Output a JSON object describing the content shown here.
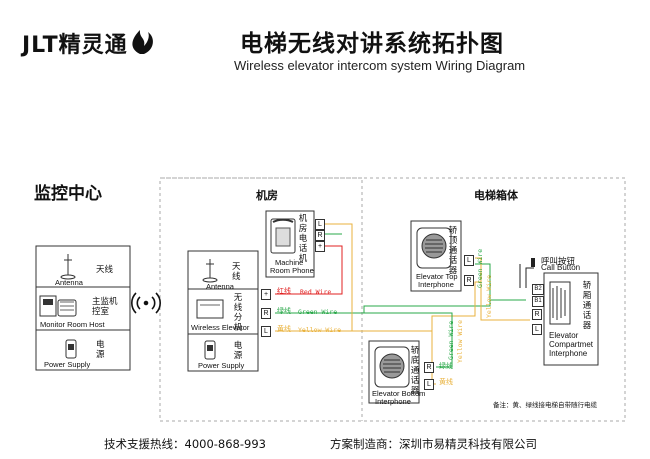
{
  "header": {
    "logo_text": "JLT精灵通",
    "title_cn": "电梯无线对讲系统拓扑图",
    "title_en": "Wireless elevator intercom system Wiring Diagram"
  },
  "sections": {
    "monitor_center": "监控中心",
    "machine_room": "机房",
    "elevator_car": "电梯箱体"
  },
  "monitor_panel": {
    "antenna_cn": "天线",
    "antenna_en": "Antenna",
    "host_cn": "主监机控室",
    "host_en": "Monitor Room Host",
    "power_cn": "电源",
    "power_en": "Power Supply"
  },
  "machine_panel": {
    "antenna_cn": "天线",
    "antenna_en": "Antenna",
    "wireless_cn": "无线分机",
    "wireless_en": "Wireless Elevator",
    "power_cn": "电源",
    "power_en": "Power Supply"
  },
  "machine_phone": {
    "cn": "机房电话机",
    "en_line1": "Machine",
    "en_line2": "Room Phone"
  },
  "top_interphone": {
    "cn": "轿顶通话器",
    "en_line1": "Elevator Top",
    "en_line2": "Interphone"
  },
  "bottom_interphone": {
    "cn": "轿底通话器",
    "en_line1": "Elevator Bottom",
    "en_line2": "Interphone"
  },
  "compartment_interphone": {
    "cn": "轿厢通话器",
    "en_line1": "Elevator",
    "en_line2": "Compartmet",
    "en_line3": "Interphone"
  },
  "call_button": {
    "cn": "呼叫按钮",
    "en": "Call Button"
  },
  "terminals": {
    "l": "L",
    "r": "R",
    "plus": "+",
    "b1": "B1",
    "b2": "B2"
  },
  "wires": {
    "red_cn": "红线",
    "red_en": "Red Wire",
    "green_cn": "绿线",
    "green_en": "Green Wire",
    "yellow_cn": "黄线",
    "yellow_en": "Yellow Wire"
  },
  "colors": {
    "red": "#e02020",
    "green": "#2aa84a",
    "yellow": "#e9b23c",
    "dash": "#999999"
  },
  "note": "备注：黄、绿线接电梯自带随行电缆",
  "footer": {
    "hotline": "技术支援热线：4000-868-993",
    "maker": "方案制造商：深圳市易精灵科技有限公司"
  }
}
